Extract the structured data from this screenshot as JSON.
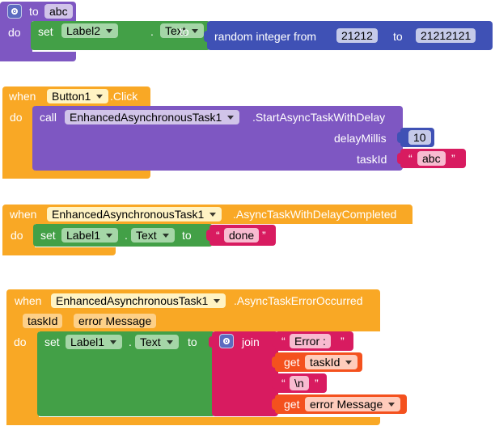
{
  "block1": {
    "to_kw": "to",
    "proc_name": "abc",
    "do_kw": "do",
    "set_kw": "set",
    "component": "Label2",
    "dot": ".",
    "property": "Text",
    "to_kw2": "to",
    "random_label": "random integer from",
    "from_value": "21212",
    "to_kw3": "to",
    "to_value": "21212121"
  },
  "block2": {
    "when_kw": "when",
    "component": "Button1",
    "event": ".Click",
    "do_kw": "do",
    "call_kw": "call",
    "call_component": "EnhancedAsynchronousTask1",
    "method": ".StartAsyncTaskWithDelay",
    "param1_label": "delayMillis",
    "param1_value": "10",
    "param2_label": "taskId",
    "param2_value": "abc",
    "open_quote": "“",
    "close_quote": "”"
  },
  "block3": {
    "when_kw": "when",
    "component": "EnhancedAsynchronousTask1",
    "event": ".AsyncTaskWithDelayCompleted",
    "do_kw": "do",
    "set_kw": "set",
    "set_component": "Label1",
    "dot": ".",
    "property": "Text",
    "to_kw": "to",
    "value": "done",
    "open_quote": "“",
    "close_quote": "”"
  },
  "block4": {
    "when_kw": "when",
    "component": "EnhancedAsynchronousTask1",
    "event": ".AsyncTaskErrorOccurred",
    "param1": "taskId",
    "param2": "error Message",
    "do_kw": "do",
    "set_kw": "set",
    "set_component": "Label1",
    "dot": ".",
    "property": "Text",
    "to_kw": "to",
    "join_kw": "join",
    "item1": "Error : ",
    "get_kw": "get",
    "item2": "taskId",
    "item3": "\\n",
    "item4": "error Message",
    "open_quote": "“",
    "close_quote": "”"
  },
  "colors": {
    "procedure": "#7e57c2",
    "procedure_dark": "#5e35b1",
    "setter": "#43a047",
    "setter_dark": "#2e7d32",
    "event": "#f9a825",
    "event_light": "#fbc02d",
    "math": "#3f51b5",
    "text": "#d81b60",
    "variable": "#f4511e"
  }
}
